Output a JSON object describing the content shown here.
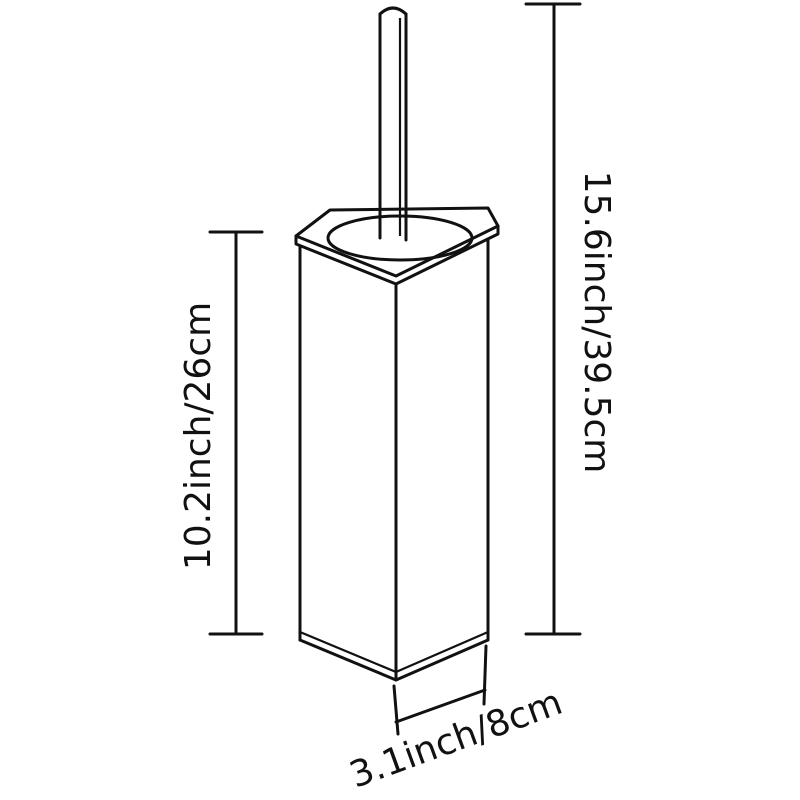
{
  "dimensions": {
    "height_body": "10.2inch/26cm",
    "height_total": "15.6inch/39.5cm",
    "width": "3.1inch/8cm"
  },
  "colors": {
    "line": "#111111",
    "background": "#ffffff"
  }
}
